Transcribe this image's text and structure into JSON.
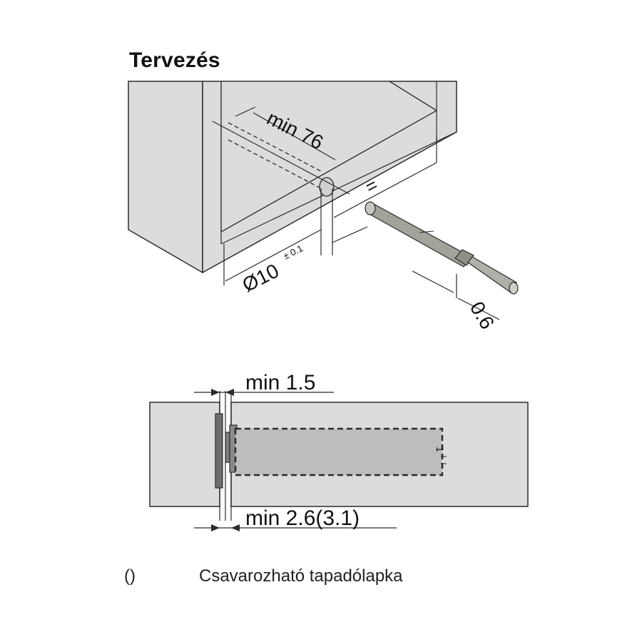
{
  "title": "Tervezés",
  "dimensions": {
    "min_76": "min 76",
    "equal": "=",
    "diameter": "Ø10",
    "diameter_tolerance": "± 0.1",
    "thickness": "0.6",
    "min_1_5": "min 1.5",
    "min_2_6": "min 2.6(3.1)",
    "one": "1"
  },
  "legend": {
    "symbol": "()",
    "text": "Csavarozható tapadólapka"
  },
  "colors": {
    "panel_fill": "#dcdcdc",
    "stroke": "#2b2b2b",
    "bore_fill": "#bdbdbd",
    "damper_fill": "#a3a39a"
  }
}
